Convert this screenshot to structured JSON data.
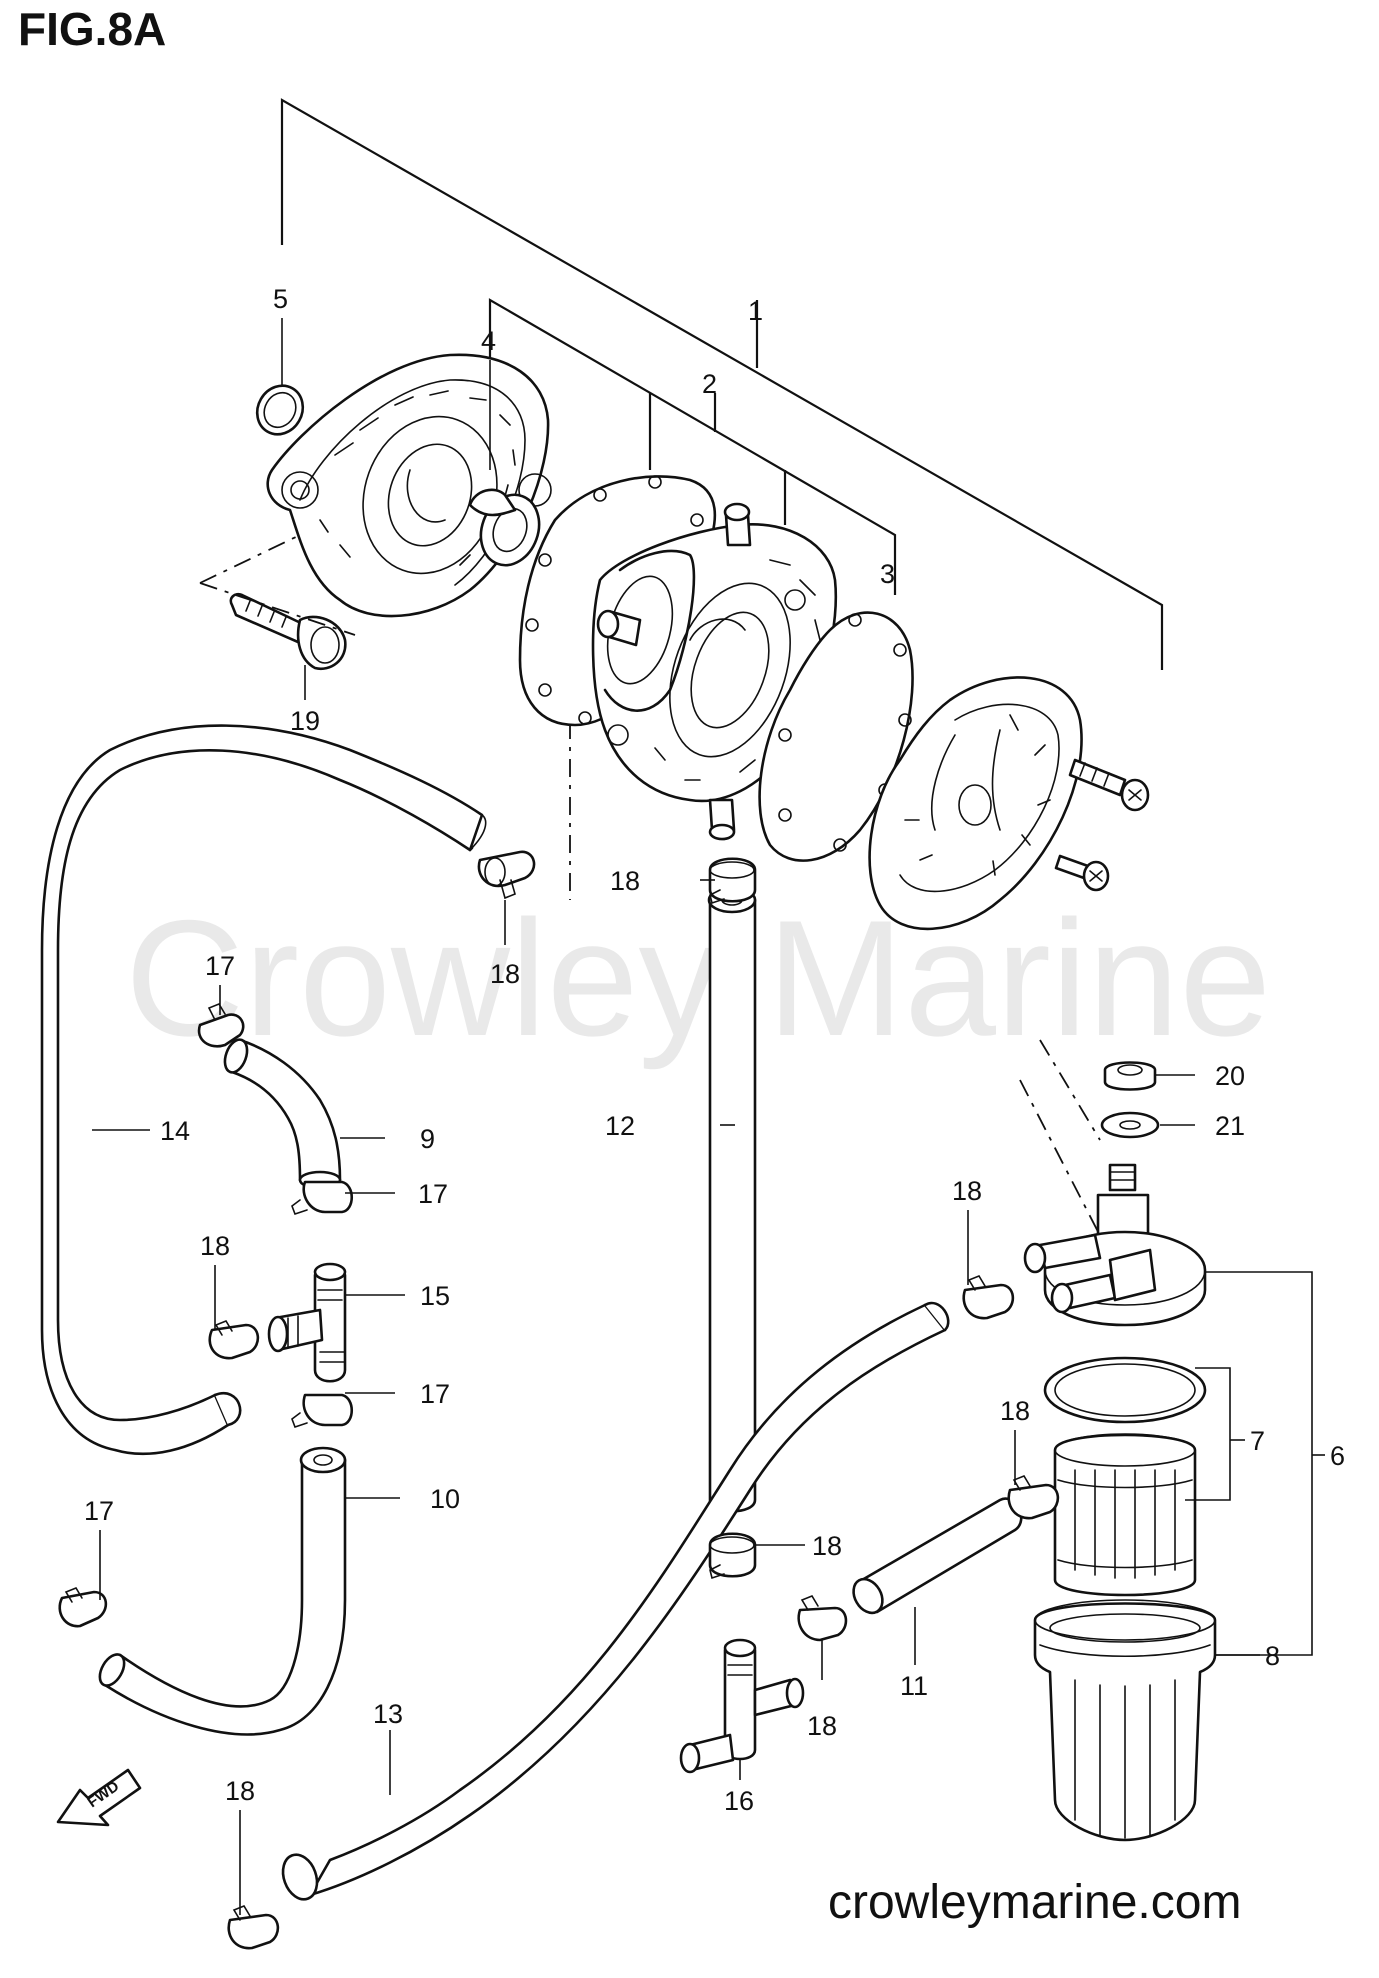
{
  "figure": {
    "title": "FIG.8A",
    "watermark": "Crowley Marine",
    "website": "crowleymarine.com",
    "fwd_label": "FWD"
  },
  "callouts": [
    {
      "id": "c1",
      "text": "1"
    },
    {
      "id": "c2",
      "text": "2"
    },
    {
      "id": "c3",
      "text": "3"
    },
    {
      "id": "c4",
      "text": "4"
    },
    {
      "id": "c5",
      "text": "5"
    },
    {
      "id": "c6",
      "text": "6"
    },
    {
      "id": "c7",
      "text": "7"
    },
    {
      "id": "c8",
      "text": "8"
    },
    {
      "id": "c9",
      "text": "9"
    },
    {
      "id": "c10",
      "text": "10"
    },
    {
      "id": "c11",
      "text": "11"
    },
    {
      "id": "c12",
      "text": "12"
    },
    {
      "id": "c13",
      "text": "13"
    },
    {
      "id": "c14",
      "text": "14"
    },
    {
      "id": "c15",
      "text": "15"
    },
    {
      "id": "c16",
      "text": "16"
    },
    {
      "id": "c17a",
      "text": "17"
    },
    {
      "id": "c17b",
      "text": "17"
    },
    {
      "id": "c17c",
      "text": "17"
    },
    {
      "id": "c17d",
      "text": "17"
    },
    {
      "id": "c18a",
      "text": "18"
    },
    {
      "id": "c18b",
      "text": "18"
    },
    {
      "id": "c18c",
      "text": "18"
    },
    {
      "id": "c18d",
      "text": "18"
    },
    {
      "id": "c18e",
      "text": "18"
    },
    {
      "id": "c18f",
      "text": "18"
    },
    {
      "id": "c18g",
      "text": "18"
    },
    {
      "id": "c18h",
      "text": "18"
    },
    {
      "id": "c19",
      "text": "19"
    },
    {
      "id": "c20",
      "text": "20"
    },
    {
      "id": "c21",
      "text": "21"
    }
  ]
}
